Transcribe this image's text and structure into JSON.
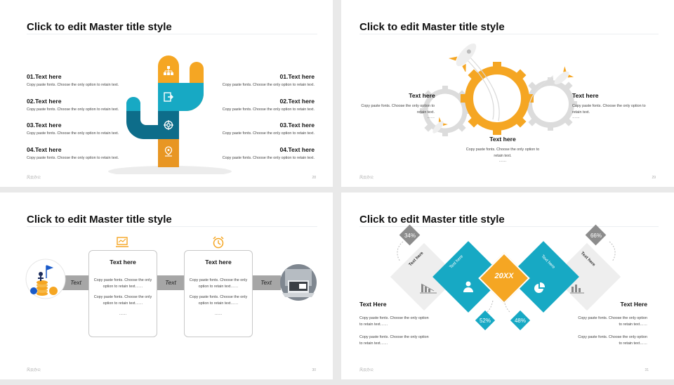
{
  "slides": [
    {
      "title": "Click to edit Master title style",
      "footer": "风云办公",
      "page": "28",
      "left": [
        {
          "h": "01.Text here",
          "b": "Copy paste fonts. Choose the only option to retain text."
        },
        {
          "h": "02.Text here",
          "b": "Copy paste fonts. Choose the only option to retain text."
        },
        {
          "h": "03.Text here",
          "b": "Copy paste fonts. Choose the only option to retain text."
        },
        {
          "h": "04.Text here",
          "b": "Copy paste fonts. Choose the only option to retain text."
        }
      ],
      "right": [
        {
          "h": "01.Text here",
          "b": "Copy paste fonts. Choose the only option to retain text."
        },
        {
          "h": "02.Text here",
          "b": "Copy paste fonts. Choose the only option to retain text."
        },
        {
          "h": "03.Text here",
          "b": "Copy paste fonts. Choose the only option to retain text."
        },
        {
          "h": "04.Text here",
          "b": "Copy paste fonts. Choose the only option to retain text."
        }
      ],
      "icons": [
        "org-chart-icon",
        "export-icon",
        "target-icon",
        "location-pin-icon"
      ],
      "colors": {
        "orange": "#f5a623",
        "cyan": "#17a9c4",
        "teal": "#0d6d8a",
        "amber": "#e89623"
      }
    },
    {
      "title": "Click to edit Master title style",
      "footer": "风云办公",
      "page": "29",
      "left": {
        "h": "Text here",
        "b": "Copy paste fonts. Choose the only option to retain text.",
        "dots": "……"
      },
      "right": {
        "h": "Text here",
        "b": "Copy paste fonts. Choose the only option to retain text.",
        "dots": "……"
      },
      "bottom": {
        "h": "Text here",
        "b": "Copy paste fonts. Choose the only option to retain text.",
        "dots": "……"
      }
    },
    {
      "title": "Click to edit Master title style",
      "footer": "风云办公",
      "page": "30",
      "arrows": [
        "Text",
        "Text",
        "Text"
      ],
      "cards": [
        {
          "h": "Text here",
          "p1": "Copy paste fonts. Choose the only option to retain text……",
          "p2": "Copy paste fonts. Choose the only option to retain text……",
          "dots": "……"
        },
        {
          "h": "Text here",
          "p1": "Copy paste fonts. Choose the only option to retain text……",
          "p2": "Copy paste fonts. Choose the only option to retain text……",
          "dots": "……"
        }
      ]
    },
    {
      "title": "Click to edit Master title style",
      "footer": "风云办公",
      "page": "31",
      "center": "20XX",
      "percents": {
        "top_left": "34%",
        "top_right": "66%",
        "bottom_left": "52%",
        "bottom_right": "48%"
      },
      "diamond_labels": [
        "Text here",
        "Text here",
        "Text here",
        "Text here"
      ],
      "left": {
        "h": "Text Here",
        "p1": "Copy paste fonts. Choose the only option to retain text……",
        "p2": "Copy paste fonts. Choose the only option to retain text……"
      },
      "right": {
        "h": "Text Here",
        "p1": "Copy paste fonts. Choose the only option to retain text……",
        "p2": "Copy paste fonts. Choose the only option to retain text……"
      }
    }
  ]
}
